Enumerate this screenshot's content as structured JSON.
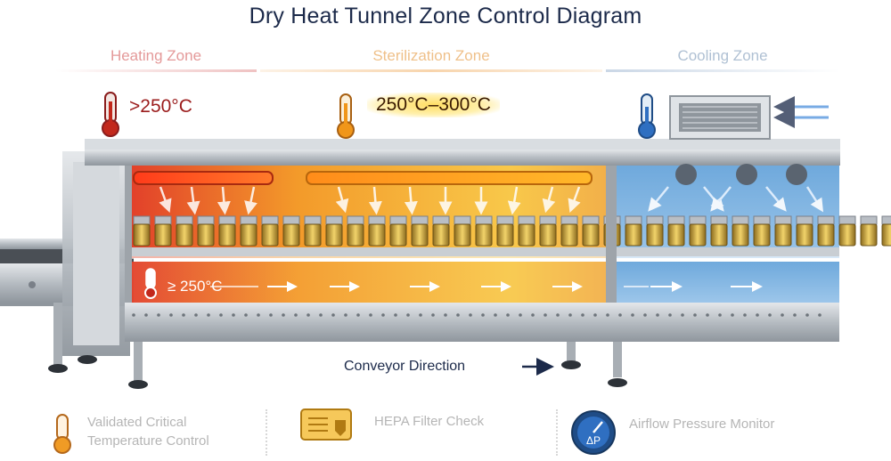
{
  "title": "Dry Heat Tunnel Zone Control Diagram",
  "zones": [
    {
      "label": "Heating Zone",
      "color": "#e07070",
      "temperature": ">250°C"
    },
    {
      "label": "Sterilization Zone",
      "color": "#f0b050",
      "temperature": "250°C–300°C"
    },
    {
      "label": "Cooling Zone",
      "color": "#9ab4d0",
      "temperature": ""
    }
  ],
  "inner_temperature": "≥ 250°C",
  "conveyor_direction": "Conveyor Direction",
  "footer": [
    {
      "label": "Validated Critical",
      "label2": "Temperature Control",
      "icon": "thermometer-icon"
    },
    {
      "label": "HEPA Filter Check",
      "icon": "hepa-filter-icon"
    },
    {
      "label": "Airflow Pressure Monitor",
      "icon": "pressure-gauge-icon"
    }
  ],
  "gauge_symbol": "ΔP",
  "colors": {
    "title": "#1c2a4a",
    "heat": "#e0442a",
    "sterile": "#f5a623",
    "cool": "#5a9fd6",
    "steel": "#b9bec4"
  }
}
